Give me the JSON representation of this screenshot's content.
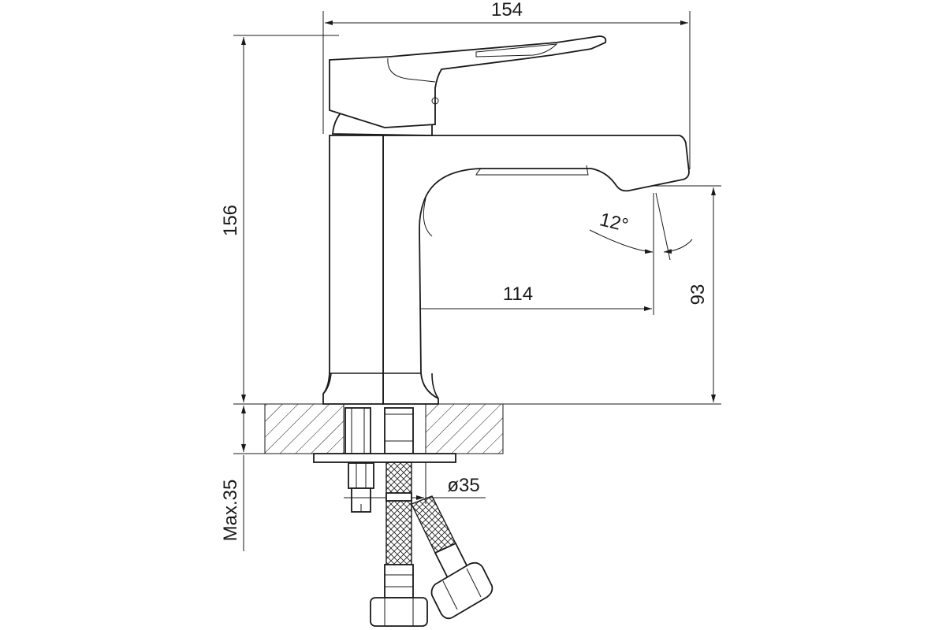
{
  "dimensions": {
    "total_width": "154",
    "total_height": "156",
    "spout_reach": "114",
    "spout_height": "93",
    "spout_angle": "12°",
    "mount_diameter": "ø35",
    "max_thickness": "Max.35"
  },
  "colors": {
    "ink": "#1a1a1a",
    "background": "#ffffff"
  }
}
